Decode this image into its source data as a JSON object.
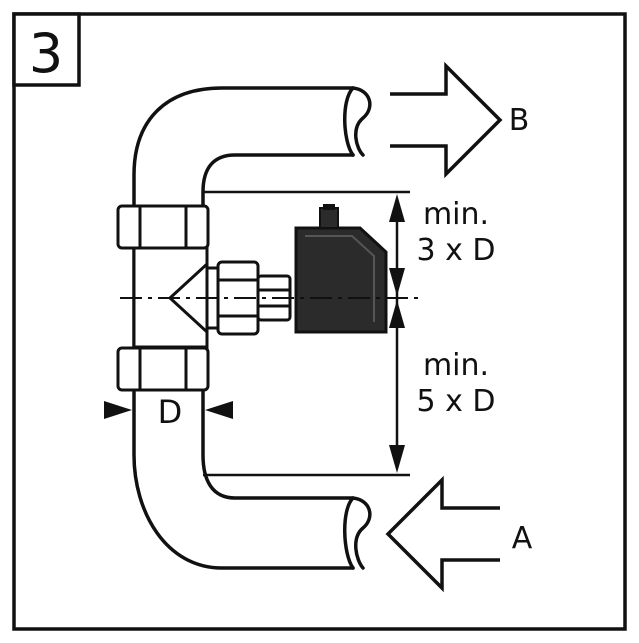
{
  "step_number": "3",
  "flow_in_label": "A",
  "flow_out_label": "B",
  "diameter_label": "D",
  "upstream_min": {
    "line1": "min.",
    "line2": "5 x D"
  },
  "downstream_min": {
    "line1": "min.",
    "line2": "3 x D"
  },
  "colors": {
    "ink": "#111111",
    "sensor_fill": "#2b2b2b",
    "background": "#ffffff"
  }
}
